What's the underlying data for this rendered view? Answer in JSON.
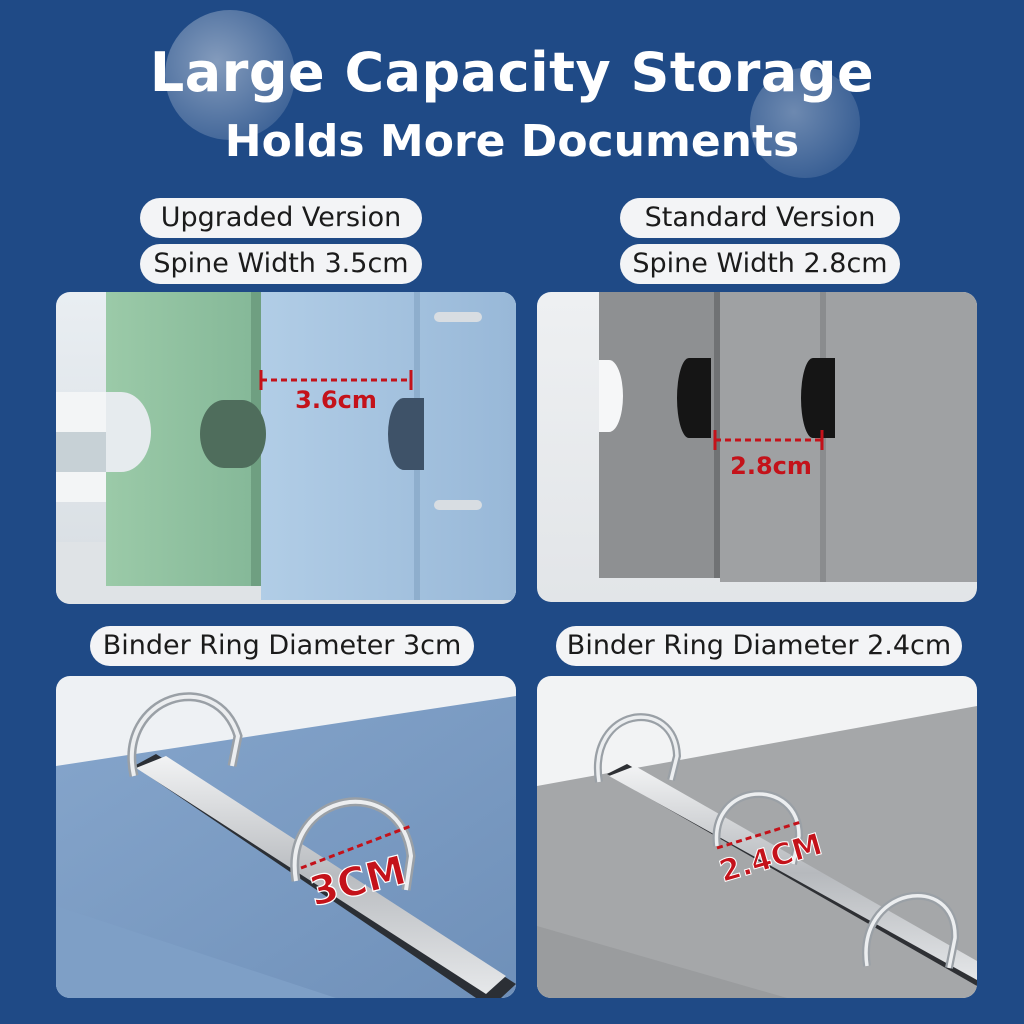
{
  "heading": {
    "title": "Large Capacity Storage",
    "subtitle": "Holds More Documents"
  },
  "upgraded": {
    "version_label": "Upgraded Version",
    "spine_label": "Spine Width 3.5cm",
    "spine_measure": "3.6cm",
    "ring_label": "Binder Ring Diameter 3cm",
    "ring_measure": "3CM"
  },
  "standard": {
    "version_label": "Standard Version",
    "spine_label": "Spine Width 2.8cm",
    "spine_measure": "2.8cm",
    "ring_label": "Binder Ring Diameter 2.4cm",
    "ring_measure": "2.4CM"
  },
  "colors": {
    "background": "#1f4a86",
    "upgraded_green": "#8fc1a0",
    "upgraded_blue": "#a6c3df",
    "standard_gray": "#9a9c9e",
    "measure_red": "#c4121a"
  }
}
